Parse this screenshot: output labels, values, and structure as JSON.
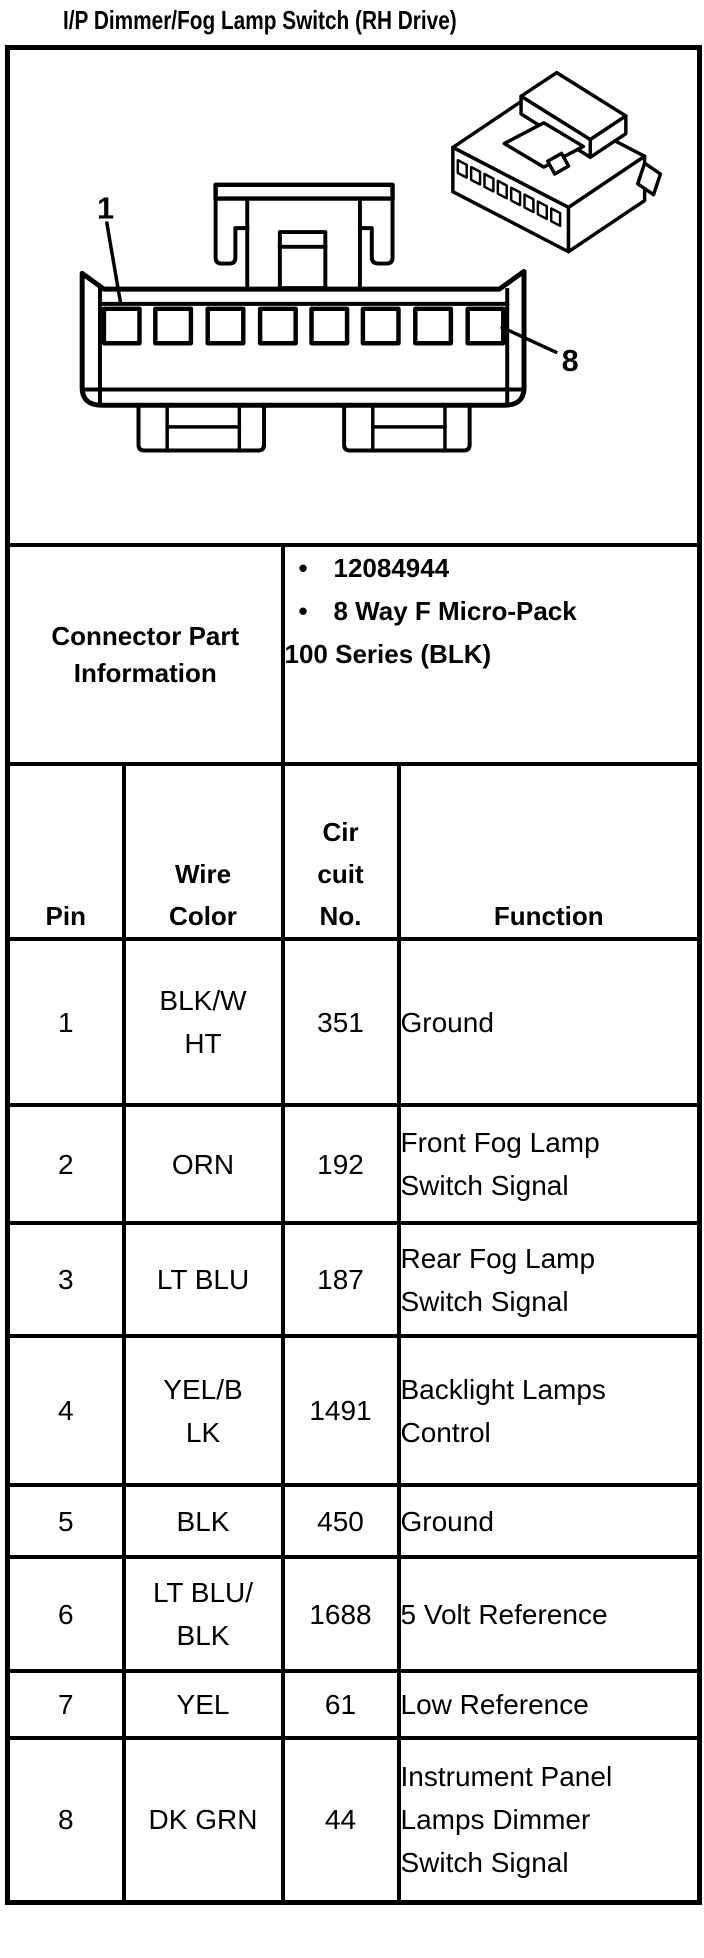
{
  "title": "I/P Dimmer/Fog Lamp Switch (RH Drive)",
  "colors": {
    "line": "#000000",
    "background": "#ffffff"
  },
  "diagram": {
    "front_view_pin_count": 8,
    "callout_first_pin": "1",
    "callout_last_pin": "8"
  },
  "part_info": {
    "label": "Connector Part\nInformation",
    "bullet_char": "•",
    "bullets": [
      "12084944",
      "8 Way F Micro-Pack"
    ],
    "wrap_line": "100 Series (BLK)"
  },
  "pin_table": {
    "headers": {
      "pin": "Pin",
      "wire_color": "Wire\nColor",
      "circuit_no": "Cir\ncuit\nNo.",
      "function": "Function"
    },
    "rows": [
      {
        "pin": "1",
        "wire_color": "BLK/W\nHT",
        "circuit_no": "351",
        "function": "Ground"
      },
      {
        "pin": "2",
        "wire_color": "ORN",
        "circuit_no": "192",
        "function": "Front Fog Lamp\nSwitch Signal"
      },
      {
        "pin": "3",
        "wire_color": "LT BLU",
        "circuit_no": "187",
        "function": "Rear Fog Lamp\nSwitch Signal"
      },
      {
        "pin": "4",
        "wire_color": "YEL/B\nLK",
        "circuit_no": "1491",
        "function": "Backlight Lamps\nControl"
      },
      {
        "pin": "5",
        "wire_color": "BLK",
        "circuit_no": "450",
        "function": "Ground"
      },
      {
        "pin": "6",
        "wire_color": "LT BLU/\nBLK",
        "circuit_no": "1688",
        "function": "5 Volt Reference"
      },
      {
        "pin": "7",
        "wire_color": "YEL",
        "circuit_no": "61",
        "function": "Low Reference"
      },
      {
        "pin": "8",
        "wire_color": "DK GRN",
        "circuit_no": "44",
        "function": "Instrument Panel\nLamps Dimmer\nSwitch Signal"
      }
    ]
  }
}
